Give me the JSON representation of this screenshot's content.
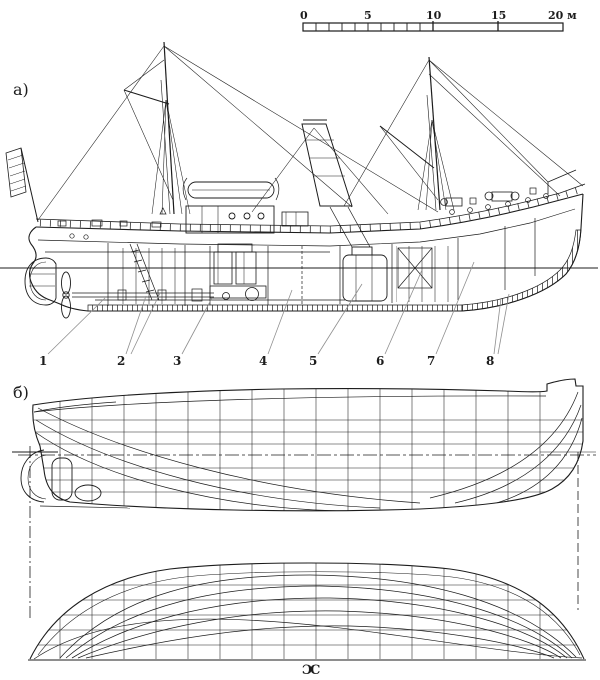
{
  "page": {
    "background": "#ffffff",
    "ink_color": "#1c1c1c",
    "leader_color": "#8f8f8f",
    "description": "Side cutaway drawing (a) and hull lines plan (b) of a steam trawler/tug with scale bar in metres"
  },
  "section_labels": {
    "a": "а)",
    "b": "б)"
  },
  "scale_bar": {
    "labels": [
      "0",
      "5",
      "10",
      "15",
      "20 м"
    ],
    "unit": "м",
    "range_m": [
      0,
      20
    ]
  },
  "part_numbers": [
    "1",
    "2",
    "3",
    "4",
    "5",
    "6",
    "7",
    "8"
  ],
  "centerline_symbol": {
    "left": "Ɔ",
    "right": "C"
  }
}
